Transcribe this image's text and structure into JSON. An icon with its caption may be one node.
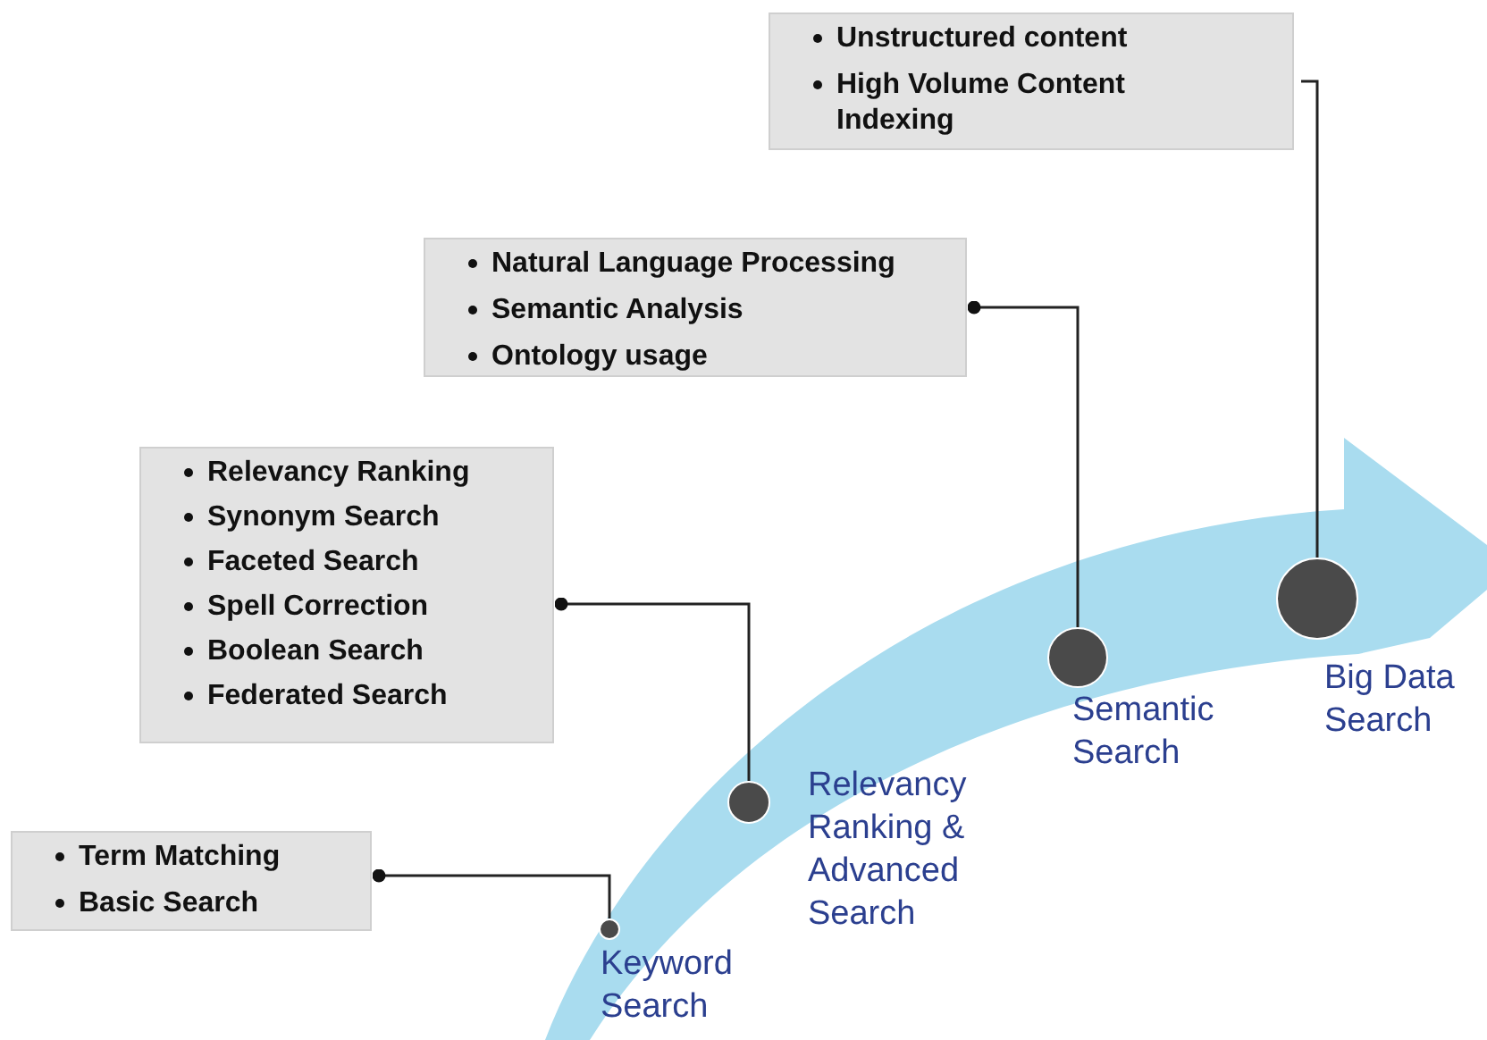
{
  "diagram": {
    "nodes": [
      {
        "text": [
          "Unstructured content",
          "High Volume Content Indexing"
        ]
      },
      {
        "text": [
          "Natural Language Processing",
          "Semantic Analysis",
          "Ontology usage"
        ]
      },
      {
        "text": [
          "Relevancy Ranking",
          "Synonym Search",
          "Faceted Search",
          "Spell Correction",
          "Boolean Search",
          "Federated Search"
        ]
      },
      {
        "text": [
          "Term Matching",
          "Basic Search"
        ]
      },
      {
        "text": [],
        "shape": "circle",
        "beside": [
          "Keyword Search"
        ]
      },
      {
        "text": [],
        "shape": "circle",
        "beside": [
          "Relevancy Ranking & Advanced Search"
        ]
      },
      {
        "text": [],
        "shape": "circle",
        "beside": [
          "Semantic Search"
        ]
      },
      {
        "text": [],
        "shape": "circle",
        "beside": [
          "Big Data Search"
        ]
      }
    ],
    "edges": [
      {
        "from": 3,
        "to": 4,
        "arrow": "other"
      },
      {
        "from": 2,
        "to": 5,
        "arrow": "other"
      },
      {
        "from": 1,
        "to": 6,
        "arrow": "other"
      },
      {
        "from": 0,
        "to": 7,
        "arrow": "none"
      }
    ]
  }
}
